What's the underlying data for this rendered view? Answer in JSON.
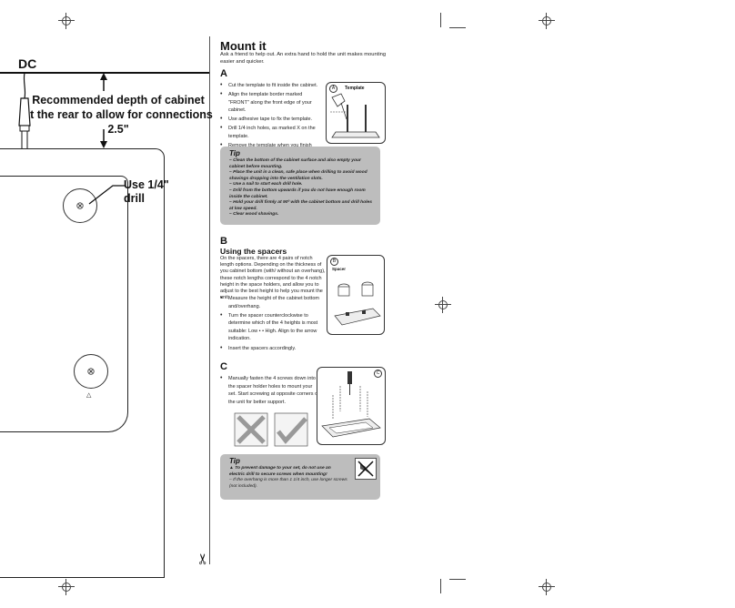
{
  "template": {
    "dc_label": "DC",
    "depth_text": [
      "Recommended depth of cabinet",
      "at the rear to allow for connections",
      "2.5\""
    ],
    "drill_text": [
      "Use 1/4\"",
      "drill"
    ]
  },
  "manual": {
    "title": "Mount it",
    "intro": "Ask a friend to help out. An extra hand to hold the unit makes mounting easier and quicker.",
    "section_a": {
      "letter": "A",
      "steps": [
        "Cut the template to fit inside the cabinet.",
        "Align the template border marked \"FRONT\" along the front edge of your cabinet.",
        "Use adhesive tape to fix the template.",
        "Drill 1/4 inch holes, as marked X on the template.",
        "Remove the template when you finish drilling."
      ],
      "figure_tag": "A",
      "figure_label": "Template"
    },
    "tip1": {
      "title": "Tip",
      "lines": [
        "– Clean the bottom of the cabinet surface and also empty your cabinet before mounting.",
        "– Place the unit in a clean, safe place when drilling to avoid wood shavings dropping into the ventilation slots.",
        "– Use a nail to start each drill hole.",
        "– Drill from the bottom upwards if you do not have enough room inside the cabinet.",
        "– Hold your drill firmly at 90º with the cabinet bottom and drill holes at low speed.",
        "– Clear wood shavings."
      ]
    },
    "section_b": {
      "letter": "B",
      "subtitle": "Using the spacers",
      "intro": "On the spacers, there are 4 pairs of notch length options. Depending on the thickness of you cabinet bottom (with/ without an overhang), these notch lengths correspond to the 4 notch height in the space holders, and allow you to adjust to the best height to help you mount the unit.",
      "steps": [
        "Measure the height of the cabinet bottom and/overhang.",
        "Turn the spacer counterclockwise to determine which of the 4 heights is most suitable: Low • • High. Align to the arrow indication.",
        "Insert the spacers accordingly."
      ],
      "figure_tag": "B",
      "figure_label": "Spacer"
    },
    "section_c": {
      "letter": "C",
      "steps": [
        "Manually fasten the 4 screws down into the spacer holder holes to mount your set. Start screwing at opposite corners of the unit for better support."
      ],
      "figure_tag": "C"
    },
    "tip2": {
      "title": "Tip",
      "lines": [
        "To prevent damage to your set, do not use an electric drill to secure screws when mounting!",
        "– If the overhang is more than 1 1/4 inch, use longer screws (not included)."
      ]
    },
    "scissors": "✂"
  }
}
